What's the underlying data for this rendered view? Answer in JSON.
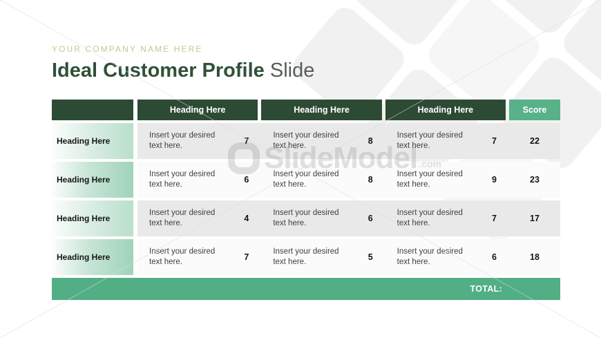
{
  "slide": {
    "company_name": "YOUR COMPANY NAME HERE",
    "title": {
      "bold": "Ideal Customer Profile",
      "light": " Slide"
    }
  },
  "table": {
    "header": {
      "columns": [
        "Heading Here",
        "Heading Here",
        "Heading Here"
      ],
      "score_label": "Score"
    },
    "rows": [
      {
        "heading": "Heading Here",
        "cells": [
          {
            "text": "Insert your desired text here.",
            "value": "7"
          },
          {
            "text": "Insert your desired text here.",
            "value": "8"
          },
          {
            "text": "Insert your desired text here.",
            "value": "7"
          }
        ],
        "score": "22"
      },
      {
        "heading": "Heading Here",
        "cells": [
          {
            "text": "Insert your desired text here.",
            "value": "6"
          },
          {
            "text": "Insert your desired text here.",
            "value": "8"
          },
          {
            "text": "Insert your desired text here.",
            "value": "9"
          }
        ],
        "score": "23"
      },
      {
        "heading": "Heading Here",
        "cells": [
          {
            "text": "Insert your desired text here.",
            "value": "4"
          },
          {
            "text": "Insert your desired text here.",
            "value": "6"
          },
          {
            "text": "Insert your desired text here.",
            "value": "7"
          }
        ],
        "score": "17"
      },
      {
        "heading": "Heading Here",
        "cells": [
          {
            "text": "Insert your desired text here.",
            "value": "7"
          },
          {
            "text": "Insert your desired text here.",
            "value": "5"
          },
          {
            "text": "Insert your desired text here.",
            "value": "6"
          }
        ],
        "score": "18"
      }
    ],
    "footer": {
      "total_label": "TOTAL:"
    }
  },
  "watermark": {
    "logo_text": "SlideModel",
    "tld": ".com"
  },
  "colors": {
    "header_dark_green": "#2d4a35",
    "score_header_green": "#57b289",
    "total_row_green": "#52ae84",
    "row_gradient_green": "#9fd3ba",
    "company_name_olive": "#c3c88f",
    "title_green": "#2f5138",
    "row_gray": "#e9e9e9"
  }
}
